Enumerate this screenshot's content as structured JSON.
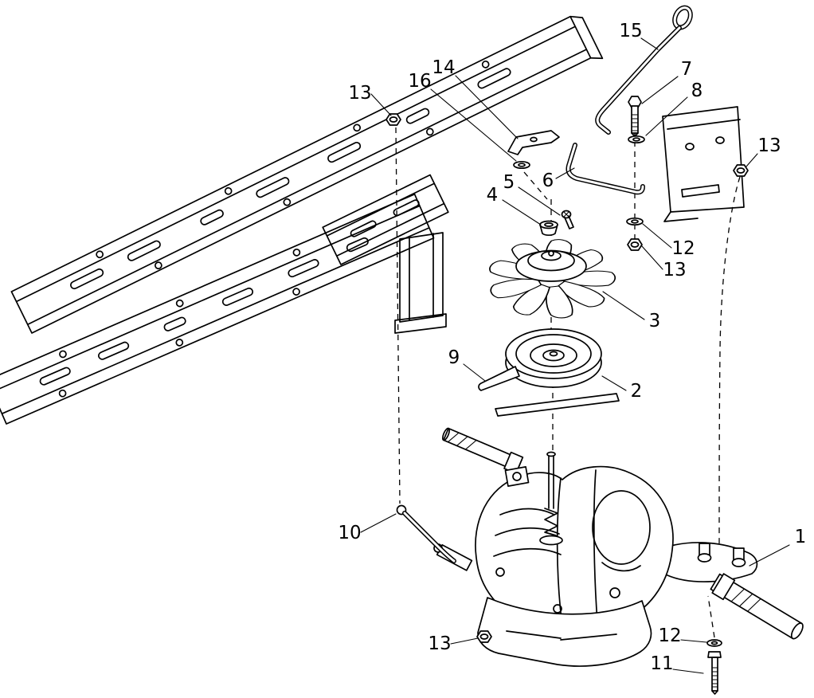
{
  "diagram": {
    "type": "exploded-parts-diagram",
    "background_color": "#ffffff",
    "line_color": "#000000",
    "callouts": [
      {
        "label": "13"
      },
      {
        "label": "16"
      },
      {
        "label": "14"
      },
      {
        "label": "15"
      },
      {
        "label": "7"
      },
      {
        "label": "8"
      },
      {
        "label": "13"
      },
      {
        "label": "6"
      },
      {
        "label": "5"
      },
      {
        "label": "4"
      },
      {
        "label": "12"
      },
      {
        "label": "13"
      },
      {
        "label": "3"
      },
      {
        "label": "9"
      },
      {
        "label": "2"
      },
      {
        "label": "10"
      },
      {
        "label": "1"
      },
      {
        "label": "13"
      },
      {
        "label": "12"
      },
      {
        "label": "11"
      }
    ]
  }
}
